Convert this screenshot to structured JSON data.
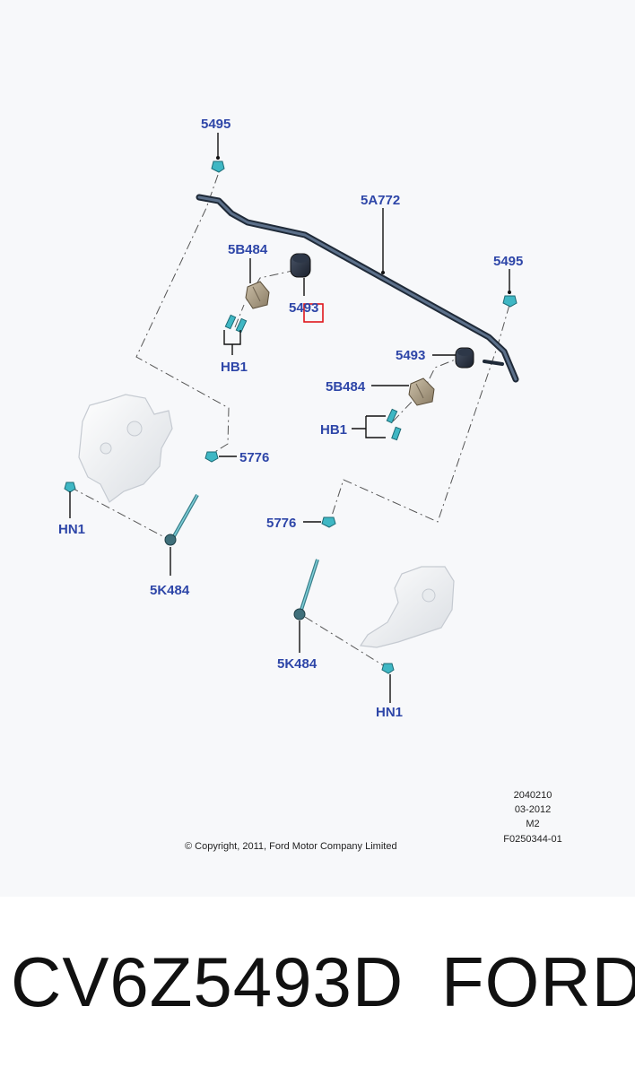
{
  "callouts": {
    "fastener_top_left": "5495",
    "stabilizer_bar": "5A772",
    "bracket_left": "5B484",
    "bushing_left": "5493",
    "fastener_right": "5495",
    "bushing_right": "5493",
    "bracket_right": "5B484",
    "bolts_left": "HB1",
    "bolts_right": "HB1",
    "link_nut_left": "5776",
    "link_nut_right": "5776",
    "nut_left": "HN1",
    "nut_right": "HN1",
    "link_left": "5K484",
    "link_right": "5K484"
  },
  "metadata": {
    "line1": "2040210",
    "line2": "03-2012",
    "line3": "M2",
    "line4": "F0250344-01"
  },
  "copyright": "© Copyright, 2011, Ford Motor Company Limited",
  "caption": {
    "part_number": "CV6Z5493D",
    "brand": "FORD"
  },
  "colors": {
    "callout": "#2e46a8",
    "highlight_box": "#e0161b",
    "bar": "#34495e",
    "fastener": "#3fb7c4"
  }
}
